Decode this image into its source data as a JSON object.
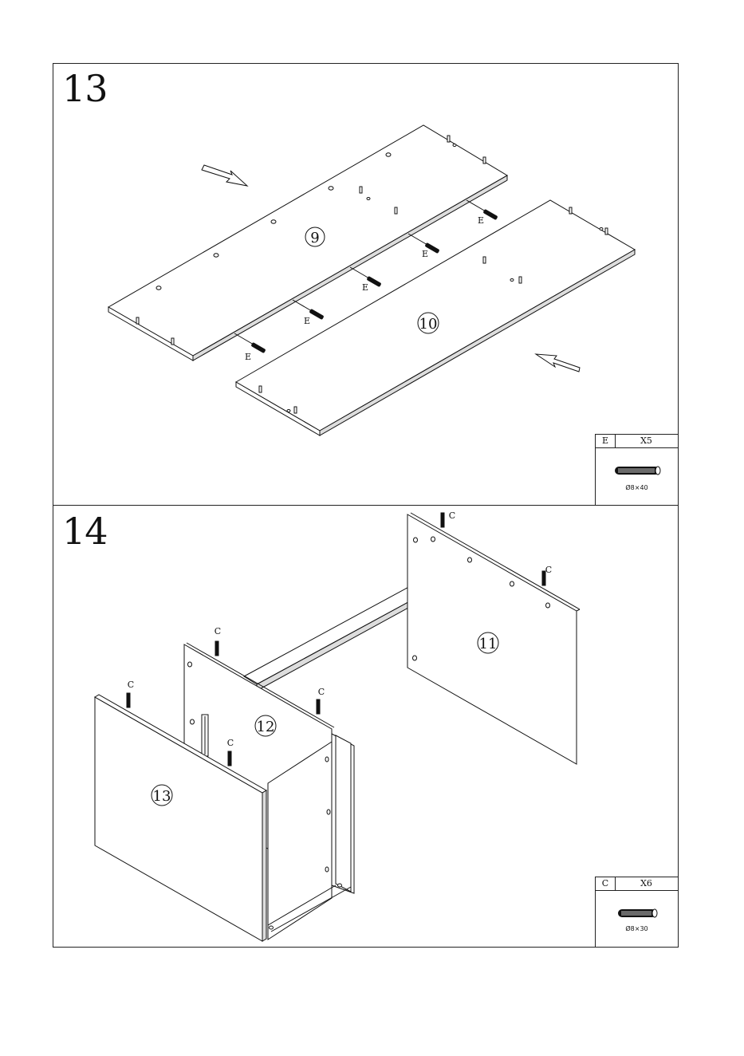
{
  "step13": {
    "number": "13",
    "panel_a": "9",
    "panel_b": "10",
    "fastener_label": "E",
    "legend": {
      "letter": "E",
      "qty": "X5",
      "size": "Ø8×40"
    }
  },
  "step14": {
    "number": "14",
    "panel_a": "11",
    "panel_b": "12",
    "panel_c": "13",
    "fastener_label": "C",
    "legend": {
      "letter": "C",
      "qty": "X6",
      "size": "Ø8×30"
    }
  }
}
